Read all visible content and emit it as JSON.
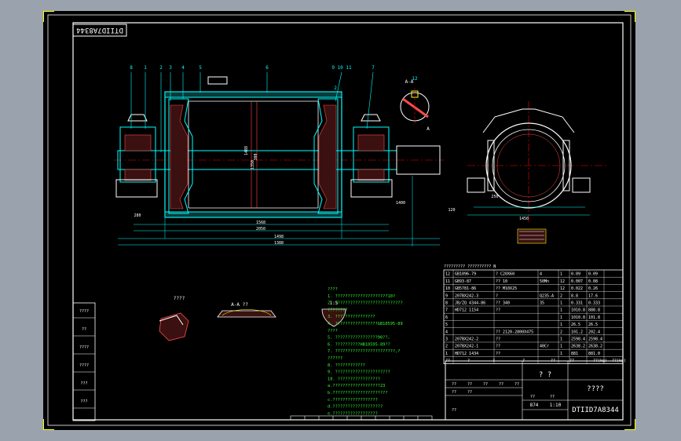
{
  "drawing": {
    "code_top": "DTIID7A8344",
    "code_bottom": "DTIID7A8344",
    "title_center": "? ?",
    "title_right": "????",
    "scale": "1:10",
    "sheet_label": "874",
    "colors": {
      "outline": "#ffffff",
      "part": "#00ffff",
      "hatch": "#ff4a4a",
      "notes": "#33ff33",
      "axis": "#ff0000",
      "highlight": "#ffff00",
      "background": "#000000",
      "frame": "#c8c8c8",
      "viewport_bg": "#9aa3ad"
    }
  },
  "part_balloons": [
    "8",
    "1",
    "2",
    "3",
    "4",
    "5",
    "6",
    "9 10 11",
    "2",
    "7",
    "12"
  ],
  "section_labels": [
    "A-A",
    "A"
  ],
  "dimensions": [
    "1568",
    "2050",
    "1498",
    "1388",
    "1488",
    "300",
    "1350",
    "280",
    "1400",
    "1450",
    "250",
    "120"
  ],
  "side_labels": [
    "????",
    "??",
    "????",
    "????",
    "???",
    "???"
  ],
  "detail_titles": [
    "????",
    "A-A ??",
    "1:5"
  ],
  "notes": [
    "????",
    "1. ?????????????????????10?",
    "2. ???????????????????????????",
    "   ????????",
    "3. ????????????????",
    "4. ?????????????????GB10595-89",
    "   ????",
    "5. ?????????????????90??,",
    "6. ??????????HB10595-89??",
    "7. ????????????????????????,?",
    "   ??????",
    "8. ????????????",
    "9. ??????????????????????",
    "10. ?????????????????",
    "a.???????????????????23",
    "b.??????????????????????",
    "c.??????????????????",
    "d.????????????????????",
    "e.??????????????????"
  ],
  "bom_header": "????????? ?????????? N",
  "bom_rows": [
    {
      "no": "12",
      "code": "GB1096-79",
      "name": "? C20X60",
      "qty": "4",
      "unit": "1",
      "w1": "0.09",
      "w2": "0.09"
    },
    {
      "no": "11",
      "code": "GB93-87",
      "name": "?? 10",
      "qty": "50Mn",
      "unit": "12",
      "w1": "0.007",
      "w2": "0.08"
    },
    {
      "no": "10",
      "code": "GB5781-86",
      "name": "?? M10X25",
      "qty": "",
      "unit": "12",
      "w1": "0.022",
      "w2": "0.26"
    },
    {
      "no": "9",
      "code": "207BX242-3",
      "name": "?",
      "qty": "Q235-A",
      "unit": "2",
      "w1": "8.8",
      "w2": "17.6"
    },
    {
      "no": "8",
      "code": "JB/ZQ 4344-86",
      "name": "?? 340",
      "qty": "35",
      "unit": "1",
      "w1": "0.331",
      "w2": "0.333"
    },
    {
      "no": "7",
      "code": "HD712 1154",
      "name": "??",
      "qty": "",
      "unit": "1",
      "w1": "1010.8",
      "w2": "888.8"
    },
    {
      "no": "6",
      "code": "",
      "name": "",
      "qty": "",
      "unit": "1",
      "w1": "1010.8",
      "w2": "101.8"
    },
    {
      "no": "5",
      "code": "",
      "name": "",
      "qty": "",
      "unit": "1",
      "w1": "26.5",
      "w2": "26.5"
    },
    {
      "no": "4",
      "code": "",
      "name": "?? 2120-2800X475",
      "qty": "",
      "unit": "2",
      "w1": "101.2",
      "w2": "202.4"
    },
    {
      "no": "3",
      "code": "207BX242-2",
      "name": "??",
      "qty": "",
      "unit": "1",
      "w1": "2598.4",
      "w2": "2598.4"
    },
    {
      "no": "2",
      "code": "207BX242-1",
      "name": "??",
      "qty": "40Cr",
      "unit": "1",
      "w1": "2638.2",
      "w2": "2638.2"
    },
    {
      "no": "1",
      "code": "HD712 1434",
      "name": "??",
      "qty": "",
      "unit": "1",
      "w1": "881",
      "w2": "881.0"
    }
  ],
  "bom_footer": [
    "??",
    "?",
    "?",
    "?",
    "??",
    "??",
    "??(kg)",
    "??(kg)"
  ],
  "title_block_labels": [
    "??",
    "??",
    "??",
    "??",
    "??",
    "??",
    "??",
    "??",
    "??",
    "??"
  ]
}
